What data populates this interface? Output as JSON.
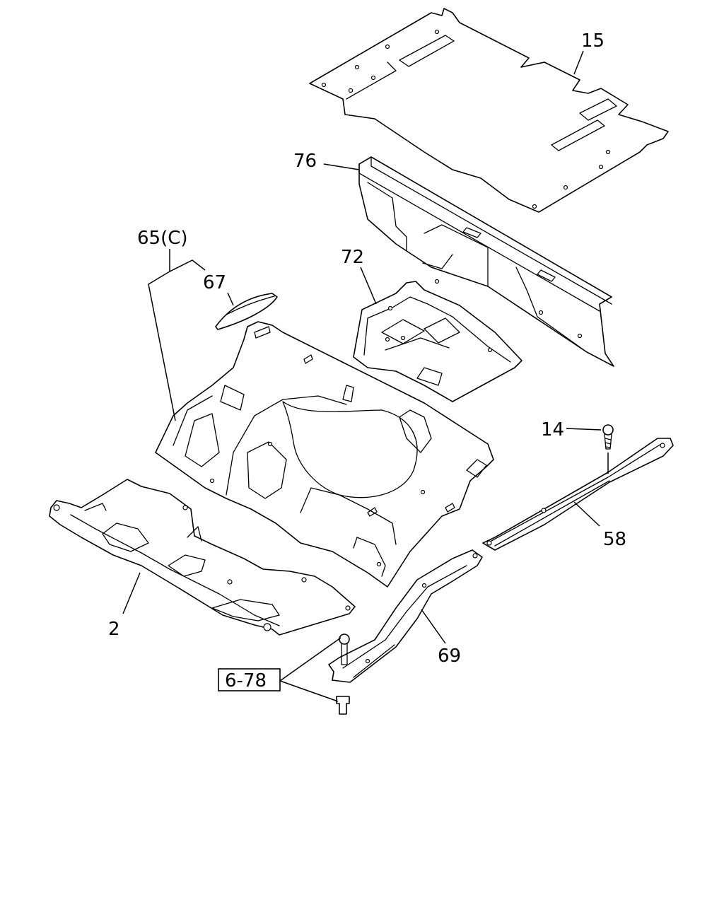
{
  "callouts": {
    "c15": "15",
    "c76": "76",
    "c65c": "65(C)",
    "c67": "67",
    "c72": "72",
    "c14": "14",
    "c58": "58",
    "c2": "2",
    "c69": "69",
    "ref678": "6-78"
  }
}
